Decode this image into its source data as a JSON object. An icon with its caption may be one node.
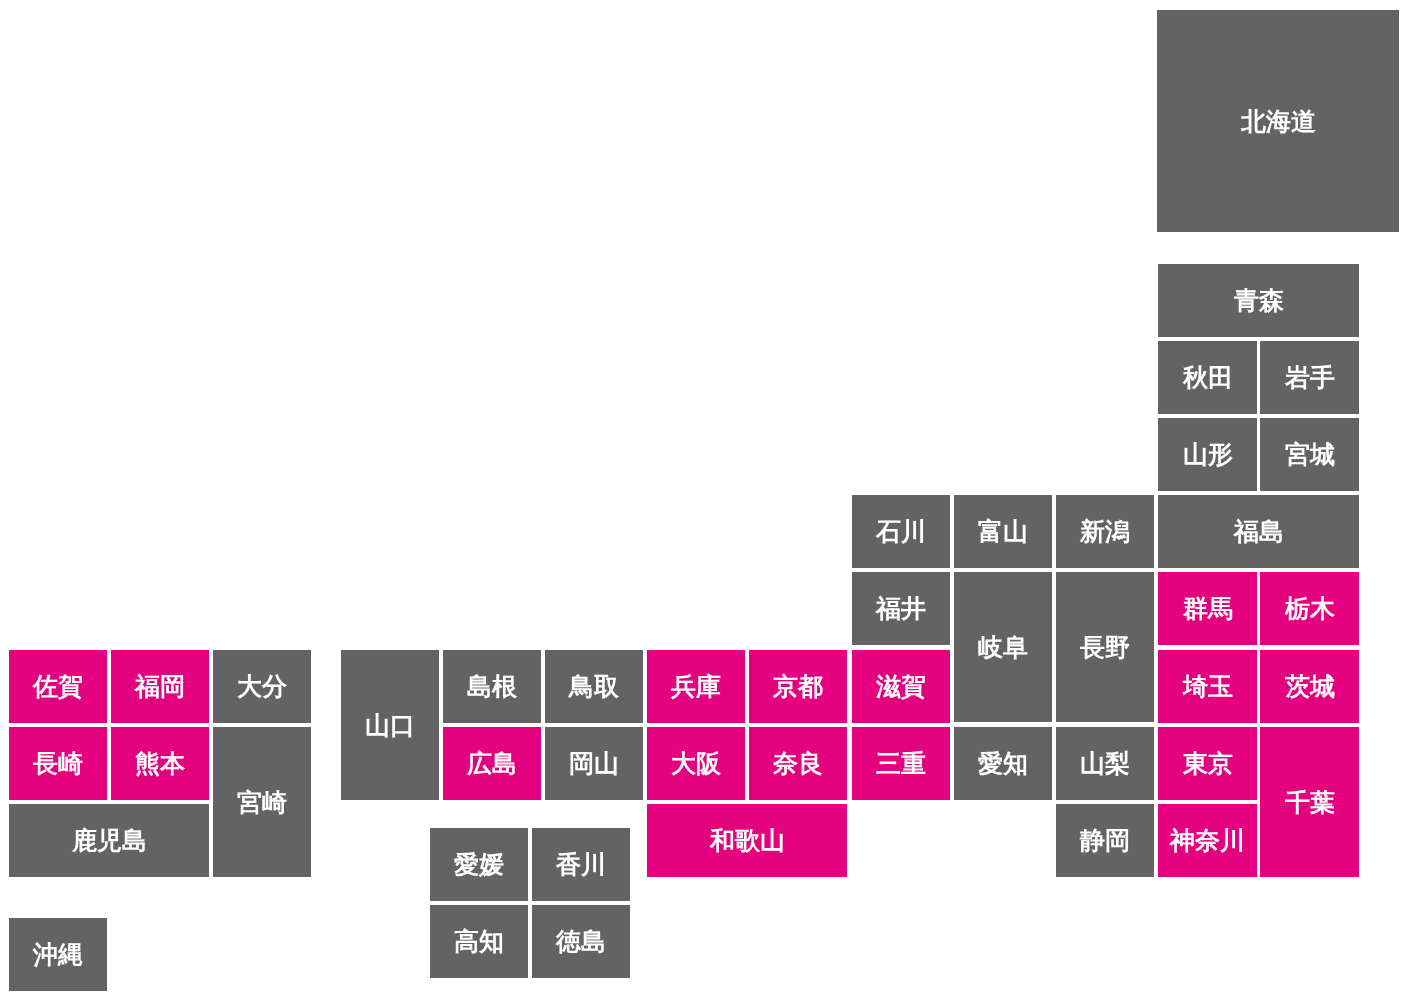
{
  "diagram": {
    "nodes": [
      {
        "text": [
          "北海道"
        ]
      },
      {
        "text": [
          "青森"
        ]
      },
      {
        "text": [
          "秋田"
        ]
      },
      {
        "text": [
          "岩手"
        ]
      },
      {
        "text": [
          "山形"
        ]
      },
      {
        "text": [
          "宮城"
        ]
      },
      {
        "text": [
          "石川"
        ]
      },
      {
        "text": [
          "富山"
        ]
      },
      {
        "text": [
          "新潟"
        ]
      },
      {
        "text": [
          "福島"
        ]
      },
      {
        "text": [
          "福井"
        ]
      },
      {
        "text": [
          "岐阜"
        ]
      },
      {
        "text": [
          "長野"
        ]
      },
      {
        "text": [
          "群馬"
        ]
      },
      {
        "text": [
          "栃木"
        ]
      },
      {
        "text": [
          "佐賀"
        ]
      },
      {
        "text": [
          "福岡"
        ]
      },
      {
        "text": [
          "大分"
        ]
      },
      {
        "text": [
          "山口"
        ]
      },
      {
        "text": [
          "島根"
        ]
      },
      {
        "text": [
          "鳥取"
        ]
      },
      {
        "text": [
          "兵庫"
        ]
      },
      {
        "text": [
          "京都"
        ]
      },
      {
        "text": [
          "滋賀"
        ]
      },
      {
        "text": [
          "埼玉"
        ]
      },
      {
        "text": [
          "茨城"
        ]
      },
      {
        "text": [
          "長崎"
        ]
      },
      {
        "text": [
          "熊本"
        ]
      },
      {
        "text": [
          "宮崎"
        ]
      },
      {
        "text": [
          "広島"
        ]
      },
      {
        "text": [
          "岡山"
        ]
      },
      {
        "text": [
          "大阪"
        ]
      },
      {
        "text": [
          "奈良"
        ]
      },
      {
        "text": [
          "三重"
        ]
      },
      {
        "text": [
          "愛知"
        ]
      },
      {
        "text": [
          "山梨"
        ]
      },
      {
        "text": [
          "東京"
        ]
      },
      {
        "text": [
          "千葉"
        ]
      },
      {
        "text": [
          "鹿児島"
        ]
      },
      {
        "text": [
          "和歌山"
        ]
      },
      {
        "text": [
          "静岡"
        ]
      },
      {
        "text": [
          "神奈川"
        ]
      },
      {
        "text": [
          "愛媛"
        ]
      },
      {
        "text": [
          "香川"
        ]
      },
      {
        "text": [
          "沖縄"
        ]
      },
      {
        "text": [
          "高知"
        ]
      },
      {
        "text": [
          "徳島"
        ]
      }
    ]
  }
}
